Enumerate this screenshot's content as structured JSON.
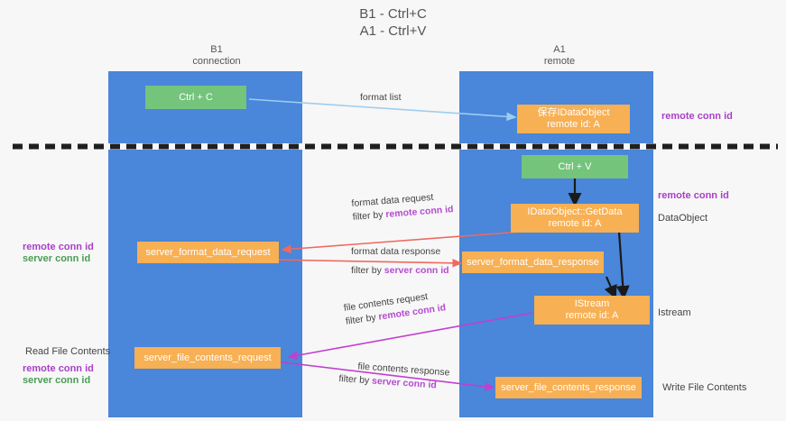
{
  "title": {
    "line1": "B1 - Ctrl+C",
    "line2": "A1 - Ctrl+V"
  },
  "columns": [
    {
      "name": "b1",
      "title": "B1",
      "subtitle": "connection"
    },
    {
      "name": "a1",
      "title": "A1",
      "subtitle": "remote"
    }
  ],
  "colors": {
    "lane": "#4a86d9",
    "box_orange": "#f7b053",
    "box_green": "#74c47c",
    "accent_purple": "#a93fc8",
    "accent_green": "#4a9c56",
    "arrow_blue": "#9ccdf0",
    "arrow_red": "#ef6a5e",
    "arrow_magenta": "#c23fd0",
    "arrow_black": "#1a1a1a",
    "divider": "#1f1f1f",
    "background": "#f7f7f7"
  },
  "boxes": [
    {
      "id": "ctrl-c",
      "lane": "b1",
      "style": "green",
      "text": "Ctrl + C"
    },
    {
      "id": "save-idataobject",
      "lane": "a1",
      "style": "orange",
      "text": "保存IDataObject\nremote id: A"
    },
    {
      "id": "ctrl-v",
      "lane": "a1",
      "style": "green",
      "text": "Ctrl + V"
    },
    {
      "id": "idataobject-getdata",
      "lane": "a1",
      "style": "orange",
      "text": "IDataObject::GetData\nremote id: A"
    },
    {
      "id": "server-format-data-request",
      "lane": "b1",
      "style": "orange",
      "text": "server_format_data_request"
    },
    {
      "id": "server-format-data-response",
      "lane": "a1",
      "style": "orange",
      "text": "server_format_data_response"
    },
    {
      "id": "istream",
      "lane": "a1",
      "style": "orange",
      "text": "IStream\nremote id: A"
    },
    {
      "id": "server-file-contents-request",
      "lane": "b1",
      "style": "orange",
      "text": "server_file_contents_request"
    },
    {
      "id": "server-file-contents-response",
      "lane": "a1",
      "style": "orange",
      "text": "server_file_contents_response"
    }
  ],
  "edge_labels": [
    {
      "id": "format-list",
      "text": "format list"
    },
    {
      "id": "format-data-request",
      "line1": "format data request",
      "line2_prefix": "filter by ",
      "line2_highlight": "remote conn id"
    },
    {
      "id": "format-data-response",
      "line1": "format data response",
      "line2_prefix": "filter by ",
      "line2_highlight": "server conn id"
    },
    {
      "id": "file-contents-request",
      "line1": "file contents request",
      "line2_prefix": "filter by ",
      "line2_highlight": "remote conn id"
    },
    {
      "id": "file-contents-response",
      "line1": "file contents response",
      "line2_prefix": "filter by ",
      "line2_highlight": "server conn id"
    }
  ],
  "side_labels": {
    "right": [
      {
        "id": "right-remote-conn-id-top",
        "text": "remote conn id",
        "style": "purple"
      },
      {
        "id": "right-remote-conn-id-middle",
        "text": "remote conn id",
        "style": "purple"
      },
      {
        "id": "right-dataobject",
        "text": "DataObject",
        "style": "dark"
      },
      {
        "id": "right-istream",
        "text": "Istream",
        "style": "dark"
      },
      {
        "id": "right-write-file-contents",
        "text": "Write File Contents",
        "style": "dark"
      }
    ],
    "left": [
      {
        "id": "left-remote-conn-id-middle",
        "text": "remote conn id",
        "style": "purple"
      },
      {
        "id": "left-server-conn-id-middle",
        "text": "server conn id",
        "style": "green"
      },
      {
        "id": "left-read-file-contents",
        "text": "Read File Contents",
        "style": "dark"
      },
      {
        "id": "left-remote-conn-id-bottom",
        "text": "remote conn id",
        "style": "purple"
      },
      {
        "id": "left-server-conn-id-bottom",
        "text": "server conn id",
        "style": "green"
      }
    ]
  }
}
